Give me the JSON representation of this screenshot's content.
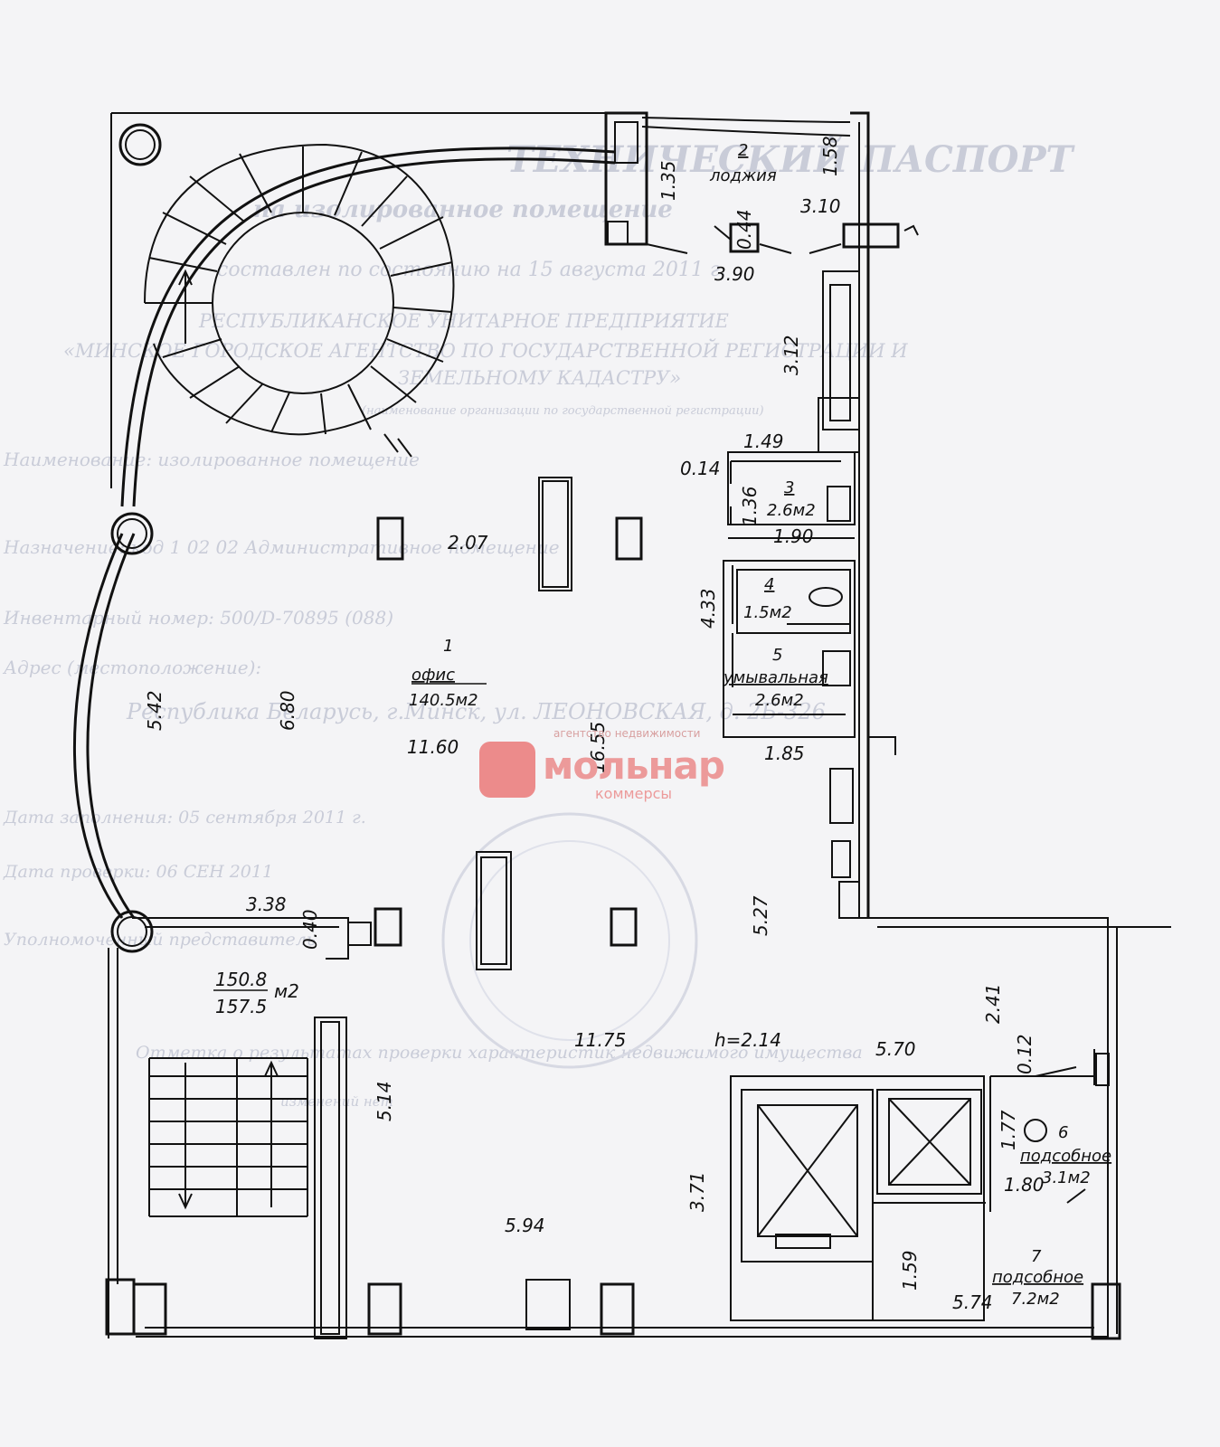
{
  "watermark": {
    "brand": "мольнар",
    "tagline": "агентство недвижимости",
    "sub": "коммерсы"
  },
  "rooms": {
    "r1": {
      "num": "1",
      "name": "офис",
      "area": "140.5м2"
    },
    "r2": {
      "num": "2",
      "name": "лоджия"
    },
    "r3": {
      "num": "3",
      "area": "2.6м2"
    },
    "r4": {
      "num": "4",
      "area": "1.5м2"
    },
    "r5": {
      "num": "5",
      "name": "умывальная",
      "area": "2.6м2"
    },
    "r6": {
      "num": "6",
      "name": "подсобное",
      "area": "3.1м2"
    },
    "r7": {
      "num": "7",
      "name": "подсобное",
      "area": "7.2м2"
    }
  },
  "totals": {
    "net": "150.8",
    "gross": "157.5",
    "unit": "м2"
  },
  "height": "h=2.14",
  "dims": {
    "d135": "1.35",
    "d158": "1.58",
    "d310": "3.10",
    "d044": "0.44",
    "d390": "3.90",
    "d312": "3.12",
    "d149": "1.49",
    "d014": "0.14",
    "d136": "1.36",
    "d190": "1.90",
    "d207": "2.07",
    "d433": "4.33",
    "d542": "5.42",
    "d680": "6.80",
    "d1160": "11.60",
    "d1655": "16.55",
    "d185": "1.85",
    "d338": "3.38",
    "d040": "0.40",
    "d527": "5.27",
    "d241": "2.41",
    "d1175": "11.75",
    "d570": "5.70",
    "d012": "0.12",
    "d514": "5.14",
    "d177": "1.77",
    "d180": "1.80",
    "d371": "3.71",
    "d594": "5.94",
    "d159": "1.59",
    "d574": "5.74"
  },
  "faded": {
    "t1": "ТЕХНИЧЕСКИЙ ПАСПОРТ",
    "t2": "на изолированное помещение",
    "t3": "составлен по состоянию на 15 августа 2011 г.",
    "t4": "РЕСПУБЛИКАНСКОЕ УНИТАРНОЕ ПРЕДПРИЯТИЕ",
    "t5": "«МИНСКОЕ ГОРОДСКОЕ АГЕНТСТВО ПО ГОСУДАРСТВЕННОЙ РЕГИСТРАЦИИ И",
    "t6": "ЗЕМЕЛЬНОМУ КАДАСТРУ»",
    "t7": "(наименование организации по государственной регистрации)",
    "t8": "Наименование: изолированное помещение",
    "t9": "Назначение: код 1 02 02 Административное помещение",
    "t10": "Инвентарный номер: 500/D-70895 (088)",
    "t11": "Адрес (местоположение):",
    "t12": "Республика Беларусь, г.Минск, ул. ЛЕОНОВСКАЯ, д. 2Б-326",
    "t13": "Дата заполнения: 05 сентября 2011 г.",
    "t14": "Дата проверки: 06 СЕН 2011",
    "t15": "Уполномоченный представитель",
    "t16": "Отметка о результатах проверки характеристик недвижимого имущества",
    "t17": "изменений нет"
  }
}
